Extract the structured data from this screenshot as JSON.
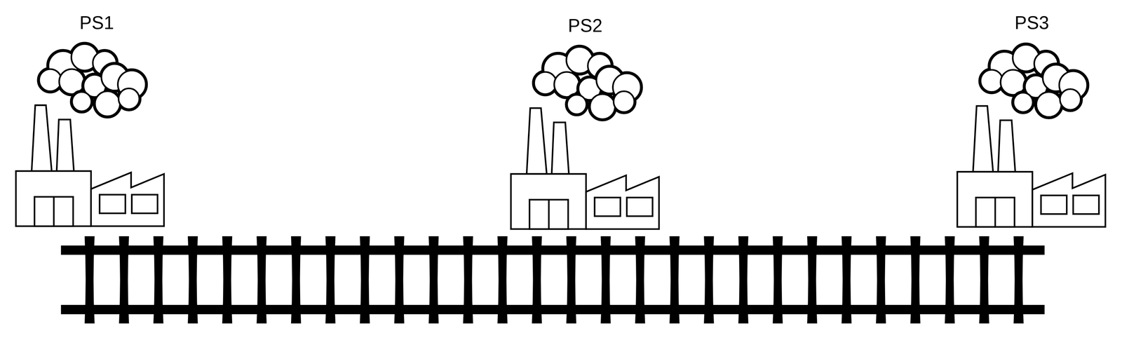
{
  "diagram": {
    "labels": [
      "PS1",
      "PS2",
      "PS3"
    ]
  }
}
